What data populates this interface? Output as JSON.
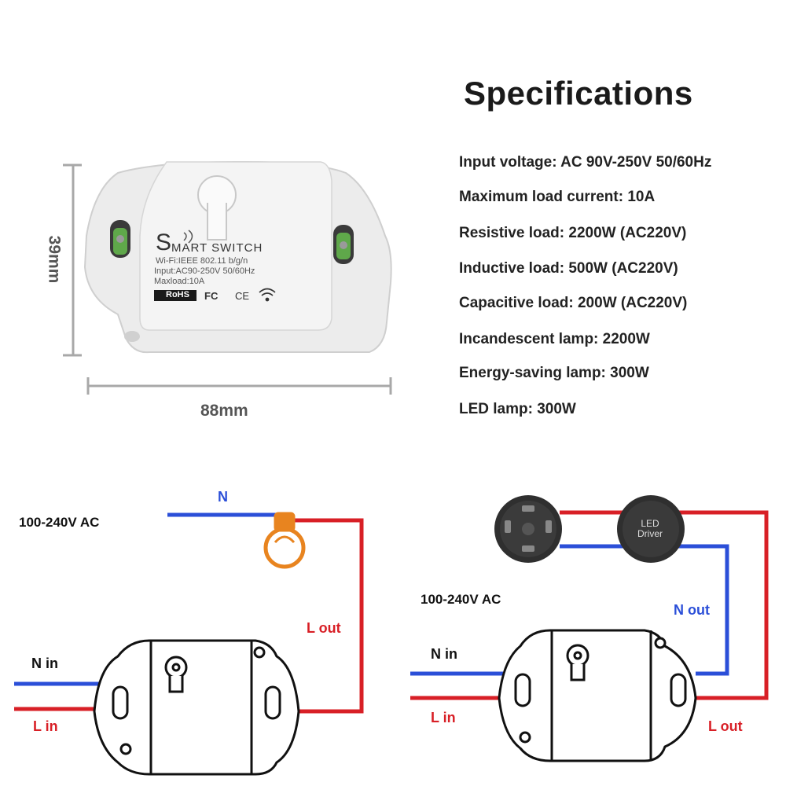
{
  "specs": {
    "title": "Specifications",
    "lines": [
      "Input voltage: AC 90V-250V 50/60Hz",
      "Maximum load current: 10A",
      "Resistive load:  2200W (AC220V)",
      "Inductive load: 500W (AC220V)",
      "Capacitive load: 200W (AC220V)",
      "Incandescent lamp: 2200W",
      "Energy-saving lamp: 300W",
      "LED lamp: 300W"
    ]
  },
  "dimensions": {
    "height": "39mm",
    "width": "88mm"
  },
  "device": {
    "brand_initial": "S",
    "brand_rest": "MART SWITCH",
    "wifi_line": "Wi-Fi:IEEE 802.11 b/g/n",
    "input_line": "Input:AC90-250V 50/60Hz",
    "maxload_line": "Maxload:10A",
    "rohs": "RoHS",
    "fc": "FC",
    "ce": "CE"
  },
  "diagram_left": {
    "voltage": "100-240V AC",
    "n": "N",
    "l_out": "L  out",
    "n_in": "N in",
    "l_in": "L in"
  },
  "diagram_right": {
    "voltage": "100-240V AC",
    "n_out": "N out",
    "n_in": "N in",
    "l_in": "L in",
    "l_out": "L  out",
    "driver_line1": "LED",
    "driver_line2": "Driver"
  },
  "colors": {
    "blue_wire": "#2b4fd8",
    "red_wire": "#d81f26",
    "bulb": "#e8841f"
  }
}
